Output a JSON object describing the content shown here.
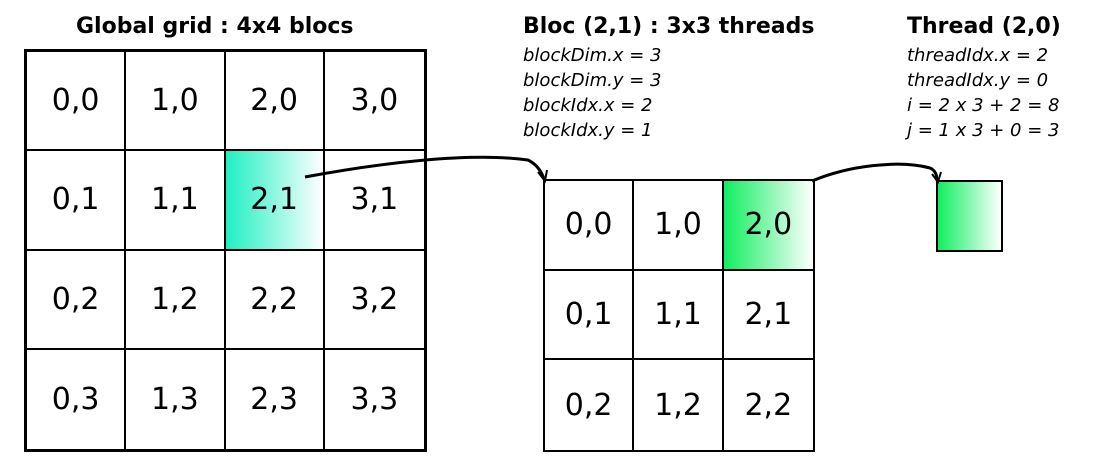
{
  "global_grid": {
    "title": "Global grid : 4x4 blocs",
    "columns": 4,
    "rows": 4,
    "highlight": "2,1",
    "highlight_color": "#1fefc2",
    "cells": [
      "0,0",
      "1,0",
      "2,0",
      "3,0",
      "0,1",
      "1,1",
      "2,1",
      "3,1",
      "0,2",
      "1,2",
      "2,2",
      "3,2",
      "0,3",
      "1,3",
      "2,3",
      "3,3"
    ]
  },
  "block": {
    "title": "Bloc (2,1) : 3x3 threads",
    "lines": [
      "blockDim.x = 3",
      "blockDim.y = 3",
      "blockIdx.x = 2",
      "blockIdx.y = 1"
    ],
    "columns": 3,
    "rows": 3,
    "highlight": "2,0",
    "highlight_color": "#10ee60",
    "cells": [
      "0,0",
      "1,0",
      "2,0",
      "0,1",
      "1,1",
      "2,1",
      "0,2",
      "1,2",
      "2,2"
    ]
  },
  "thread": {
    "title": "Thread (2,0)",
    "lines": [
      "threadIdx.x = 2",
      "threadIdx.y = 0",
      "i = 2 x 3 + 2 = 8",
      "j = 1 x 3 + 0 = 3"
    ],
    "color": "#10ee60"
  }
}
